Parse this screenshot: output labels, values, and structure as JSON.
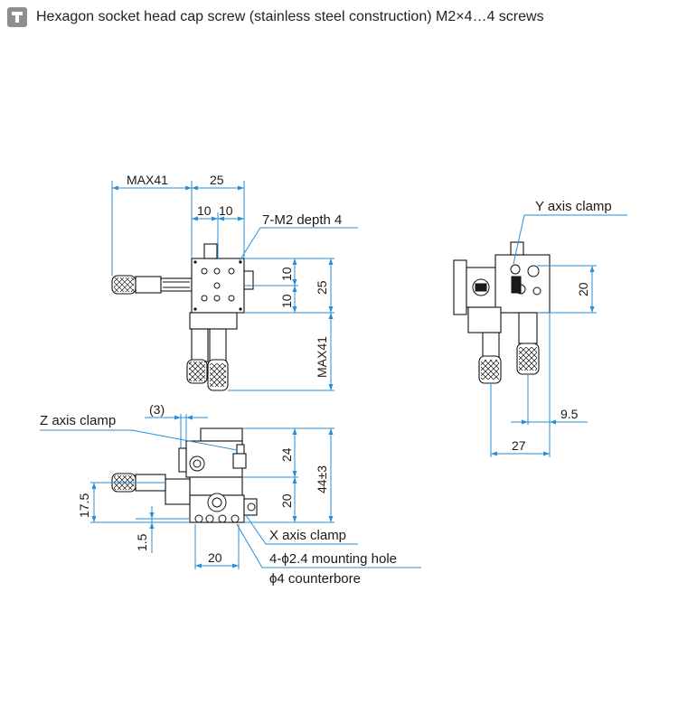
{
  "header": {
    "icon": "screw-icon",
    "caption": "Hexagon socket head cap screw (stainless steel construction) M2×4…4 screws"
  },
  "dimensions": {
    "max41_top": "MAX41",
    "d25_top": "25",
    "d10_left": "10",
    "d10_right": "10",
    "d10_side_top": "10",
    "d10_side_bottom": "10",
    "d25_side": "25",
    "max41_side": "MAX41",
    "d20_right_view": "20",
    "d9_5": "9.5",
    "d27": "27",
    "d3_paren": "(3)",
    "d24": "24",
    "d44": "44±3",
    "d20_front": "20",
    "d17_5": "17.5",
    "d1_5": "1.5",
    "d20_bottom": "20"
  },
  "labels": {
    "thread_note": "7-M2 depth 4",
    "y_clamp": "Y axis clamp",
    "z_clamp": "Z axis clamp",
    "x_clamp": "X axis clamp",
    "mounting_hole": "4-ϕ2.4 mounting hole",
    "counterbore": "ϕ4 counterbore"
  },
  "colors": {
    "dimension": "#2a8ed6",
    "outline": "#111111",
    "badge": "#8e8e8e"
  }
}
